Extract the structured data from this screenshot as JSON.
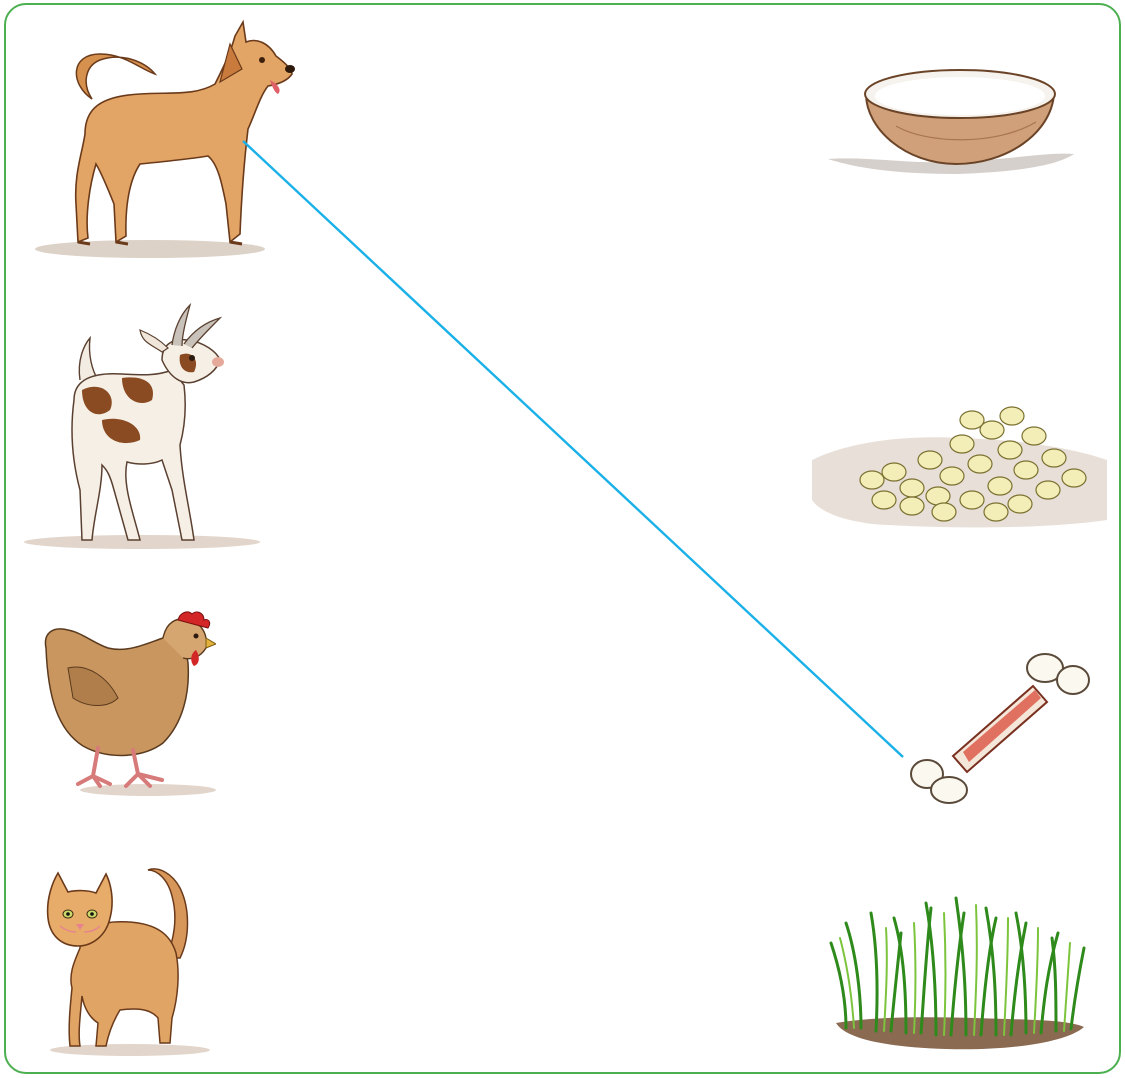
{
  "worksheet": {
    "animals": [
      {
        "id": "dog",
        "icon": "dog-icon"
      },
      {
        "id": "goat",
        "icon": "goat-icon"
      },
      {
        "id": "hen",
        "icon": "hen-icon"
      },
      {
        "id": "cat",
        "icon": "cat-icon"
      }
    ],
    "foods": [
      {
        "id": "milk",
        "icon": "milk-bowl-icon"
      },
      {
        "id": "grains",
        "icon": "grains-pile-icon"
      },
      {
        "id": "bone",
        "icon": "bone-icon"
      },
      {
        "id": "grass",
        "icon": "grass-icon"
      }
    ],
    "matches": [
      {
        "from": "dog",
        "to": "bone"
      }
    ],
    "colors": {
      "frame": "#4caf50",
      "match_line": "#1ab0e8"
    }
  }
}
